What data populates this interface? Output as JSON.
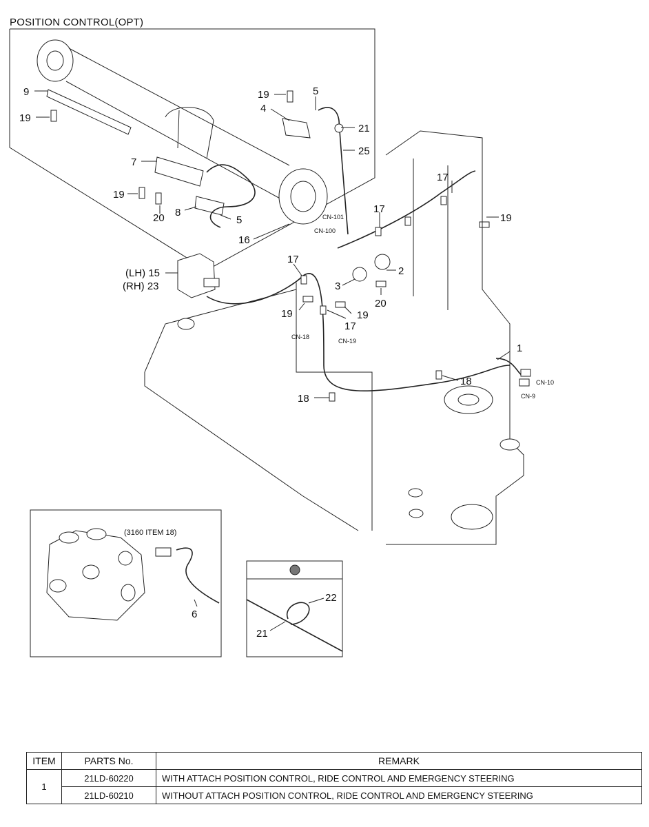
{
  "title": "POSITION CONTROL(OPT)",
  "callouts": {
    "c9": "9",
    "c19a": "19",
    "c19b": "19",
    "c5a": "5",
    "c4": "4",
    "c21a": "21",
    "c25": "25",
    "c7": "7",
    "c19c": "19",
    "c20a": "20",
    "c8": "8",
    "c5b": "5",
    "c16": "16",
    "c17a": "17",
    "c19d": "19",
    "c17b": "17",
    "c2": "2",
    "c3": "3",
    "c20b": "20",
    "c15": "(LH) 15",
    "c23": "(RH) 23",
    "c17c": "17",
    "c19e": "19",
    "c17d": "17",
    "c19f": "19",
    "c1": "1",
    "c18a": "18",
    "c18b": "18",
    "c6": "6",
    "c22": "22",
    "c21b": "21"
  },
  "connectors": {
    "cn101": "CN-101",
    "cn100": "CN-100",
    "cn18": "CN-18",
    "cn19": "CN-19",
    "cn10": "CN-10",
    "cn9": "CN-9"
  },
  "inset_note": "(3160 ITEM 18)",
  "table": {
    "headers": [
      "ITEM",
      "PARTS No.",
      "REMARK"
    ],
    "item": "1",
    "rows": [
      {
        "part_no": "21LD-60220",
        "remark": "WITH  ATTACH POSITION CONTROL, RIDE CONTROL AND EMERGENCY STEERING"
      },
      {
        "part_no": "21LD-60210",
        "remark": "WITHOUT ATTACH POSITION CONTROL, RIDE CONTROL AND EMERGENCY STEERING"
      }
    ]
  }
}
